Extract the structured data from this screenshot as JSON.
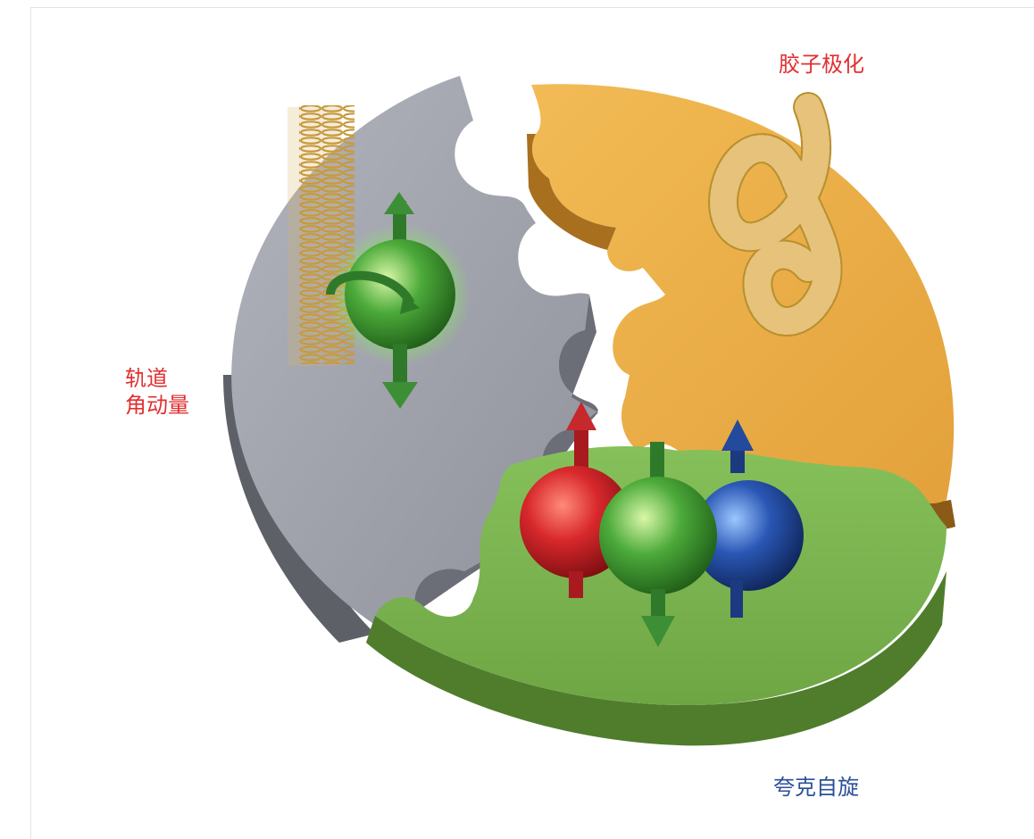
{
  "diagram": {
    "labels": {
      "gluon_polarization": "胶子极化",
      "orbital_line1": "轨道",
      "orbital_line2": "角动量",
      "quark_spin": "夸克自旋"
    },
    "colors": {
      "gray_piece": "#9a9ca6",
      "orange_piece": "#e8ad47",
      "green_piece": "#7ab04e",
      "red_quark": "#d8282c",
      "green_quark": "#4caa3a",
      "blue_quark": "#234a9c",
      "spring": "#c9a24a",
      "label_red": "#e03030",
      "label_blue": "#2a4f9a"
    }
  }
}
